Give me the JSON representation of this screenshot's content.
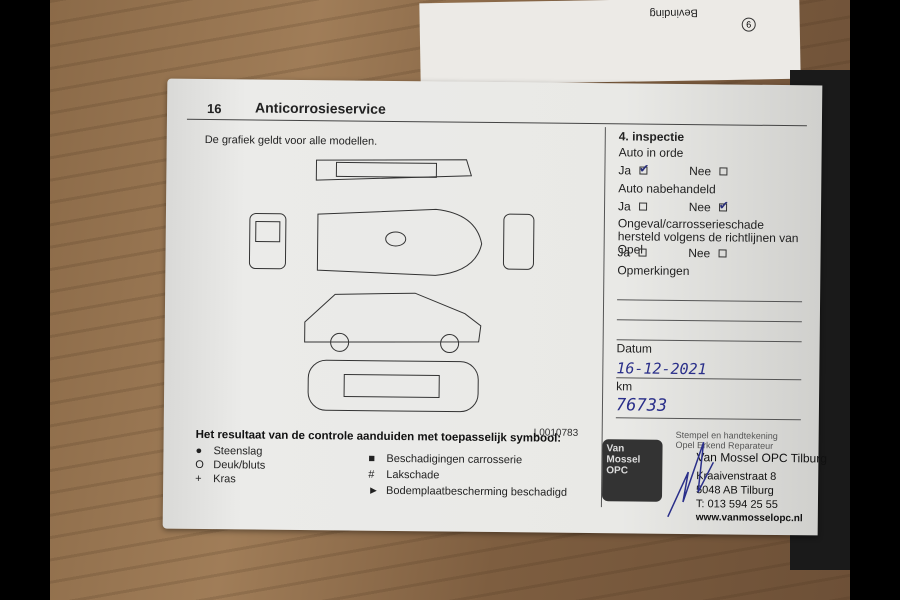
{
  "top_paper": {
    "label": "Bevinding",
    "number": "6"
  },
  "page": {
    "number": "16",
    "title": "Anticorrosieservice",
    "subtitle": "De grafiek geldt voor alle modellen.",
    "diagram_code": "L0010783"
  },
  "legend": {
    "heading": "Het resultaat van de controle aanduiden met toepasselijk symbool:",
    "items": [
      {
        "symbol": "●",
        "label": "Steenslag"
      },
      {
        "symbol": "O",
        "label": "Deuk/bluts"
      },
      {
        "symbol": "+",
        "label": "Kras"
      },
      {
        "symbol": "■",
        "label": "Beschadigingen carrosserie"
      },
      {
        "symbol": "#",
        "label": "Lakschade"
      },
      {
        "symbol": "►",
        "label": "Bodemplaatbescherming beschadigd"
      }
    ]
  },
  "inspection": {
    "title": "4. inspectie",
    "questions": [
      {
        "label": "Auto in orde",
        "yes": "Ja",
        "no": "Nee",
        "checked": "yes"
      },
      {
        "label": "Auto nabehandeld",
        "yes": "Ja",
        "no": "Nee",
        "checked": "no"
      },
      {
        "label": "Ongeval/carrosserieschade hersteld volgens de richtlijnen van Opel",
        "yes": "Ja",
        "no": "Nee",
        "checked": "none"
      }
    ],
    "remarks_label": "Opmerkingen",
    "date_label": "Datum",
    "date_value": "16-12-2021",
    "km_label": "km",
    "km_value": "76733",
    "stamp_label": "Stempel en handtekening Opel Erkend Reparateur"
  },
  "stamp": {
    "logo": "Van Mossel OPC",
    "name": "Van Mossel OPC Tilburg",
    "street": "Kraaivenstraat 8",
    "city": "5048 AB Tilburg",
    "phone": "T: 013 594 25 55",
    "web": "www.vanmosselopc.nl"
  },
  "colors": {
    "ink": "#2a2f8a",
    "page": "#e9e9e6"
  }
}
